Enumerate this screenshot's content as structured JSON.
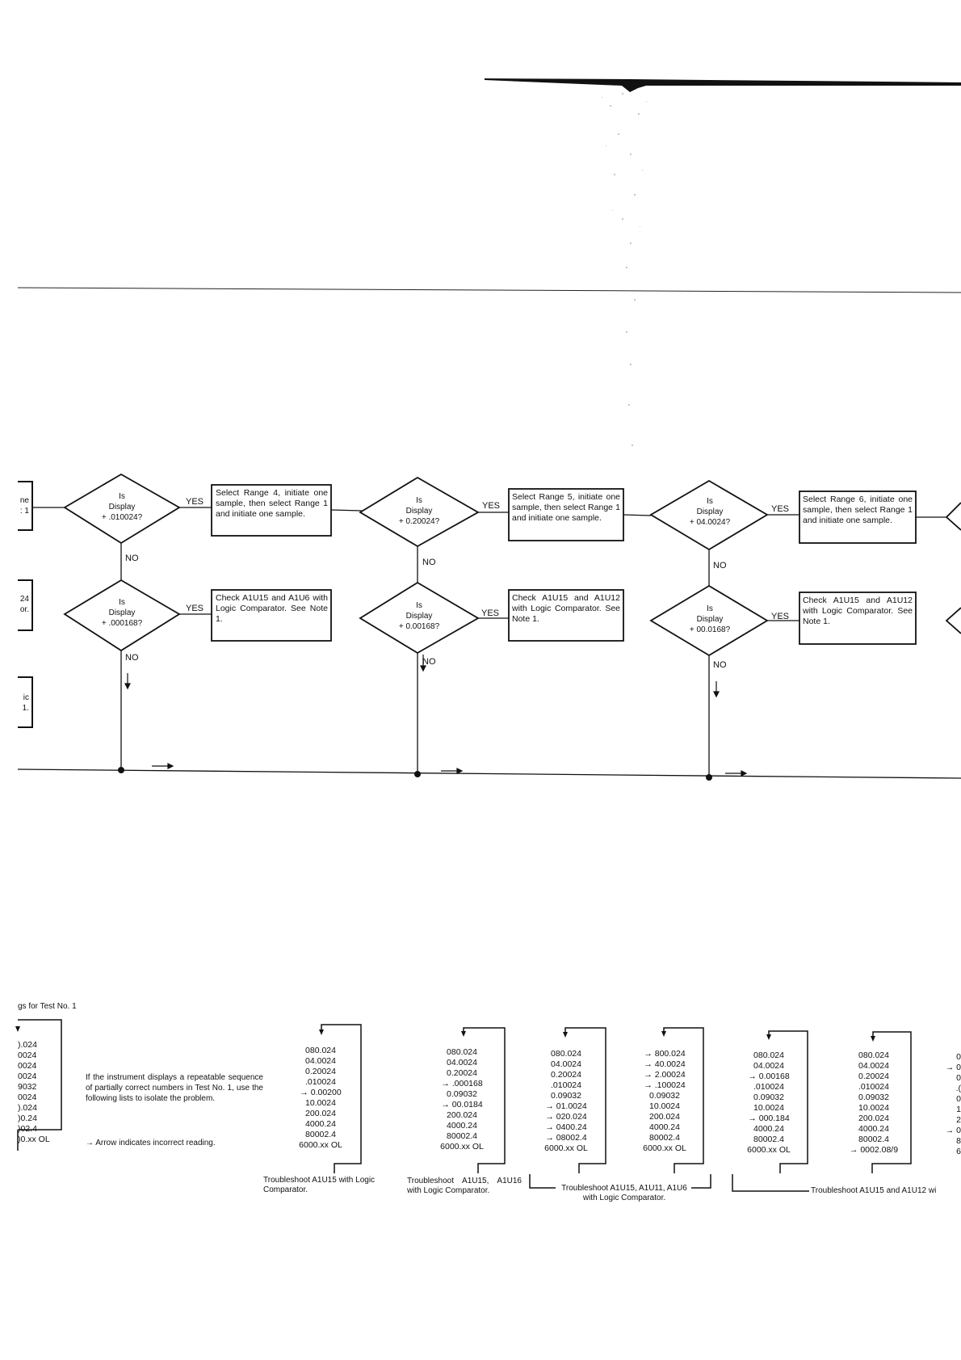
{
  "flow": {
    "partial_left": [
      "ne",
      ": 1",
      "24",
      "or.",
      "ic",
      "1."
    ],
    "columns": [
      {
        "q1": [
          "Is",
          "Display",
          "+ .010024?"
        ],
        "q2": [
          "Is",
          "Display",
          "+ .000168?"
        ],
        "action": "Select Range 4, initiate one sample, then select Range 1 and initiate one sample.",
        "check": "Check A1U15 and A1U6 with Logic Comparator. See Note 1."
      },
      {
        "q1": [
          "Is",
          "Display",
          "+ 0.20024?"
        ],
        "q2": [
          "Is",
          "Display",
          "+ 0.00168?"
        ],
        "action": "Select Range 5, initiate one sample, then select Range 1 and initiate one sample.",
        "check": "Check A1U15 and A1U12 with Logic Comparator. See Note 1."
      },
      {
        "q1": [
          "Is",
          "Display",
          "+ 04.0024?"
        ],
        "q2": [
          "Is",
          "Display",
          "+ 00.0168?"
        ],
        "action": "Select Range 6, initiate one sample, then select Range 1 and initiate one sample.",
        "check": "Check A1U15 and A1U12 with Logic Comparator. See Note 1."
      }
    ],
    "yes": "YES",
    "no": "NO"
  },
  "lower": {
    "heading": "gs for Test No. 1",
    "partial_list": ").024\n0024\n0024\n0024\n9032\n0024\n).024\n)0.24\n)02.4\n)0.xx OL",
    "note": "If the instrument displays a repeatable sequence of partially correct numbers in Test No. 1, use the following lists to isolate the problem.",
    "arrow_note": "→ Arrow indicates incorrect reading.",
    "lists": [
      "080.024\n04.0024\n0.20024\n.010024\n→ 0.00200\n10.0024\n200.024\n4000.24\n80002.4\n6000.xx OL",
      "080.024\n04.0024\n0.20024\n→ .000168\n0.09032\n→ 00.0184\n200.024\n4000.24\n80002.4\n6000.xx OL",
      "080.024\n04.0024\n0.20024\n.010024\n0.09032\n→ 01.0024\n→ 020.024\n→ 0400.24\n→ 08002.4\n6000.xx OL",
      "→ 800.024\n→ 40.0024\n→ 2.00024\n→ .100024\n0.09032\n10.0024\n200.024\n4000.24\n80002.4\n6000.xx OL",
      "080.024\n04.0024\n→ 0.00168\n.010024\n0.09032\n10.0024\n→ 000.184\n4000.24\n80002.4\n6000.xx OL",
      "080.024\n04.0024\n0.20024\n.010024\n0.09032\n10.0024\n200.024\n4000.24\n80002.4\n→ 0002.08/9",
      "0\n→ 0\n0\n.(\n0\n1\n2\n→ 0\n8\n6"
    ],
    "captions": [
      "Troubleshoot A1U15 with Logic Comparator.",
      "Troubleshoot A1U15, A1U16 with Logic Comparator.",
      "Troubleshoot A1U15, A1U11, A1U6 with Logic Comparator.",
      "Troubleshoot A1U15 and A1U12 wi"
    ]
  }
}
